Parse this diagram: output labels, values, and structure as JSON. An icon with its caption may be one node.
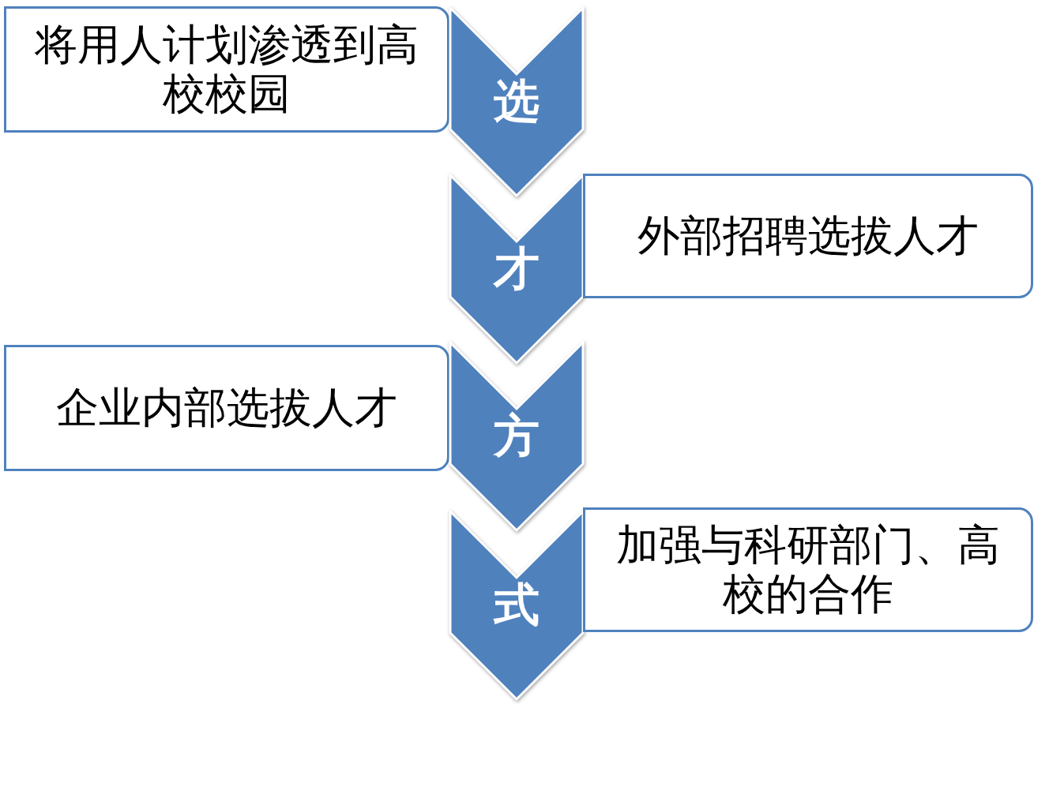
{
  "diagram": {
    "nodes": [
      {
        "text": [
          "将用人计划渗透到高校校园"
        ]
      },
      {
        "text": [
          "选"
        ]
      },
      {
        "text": [
          "才"
        ]
      },
      {
        "text": [
          "外部招聘选拔人才"
        ]
      },
      {
        "text": [
          "企业内部选拔人才"
        ]
      },
      {
        "text": [
          "方"
        ]
      },
      {
        "text": [
          "式"
        ]
      },
      {
        "text": [
          "加强与科研部门、高校的合作"
        ]
      }
    ]
  }
}
